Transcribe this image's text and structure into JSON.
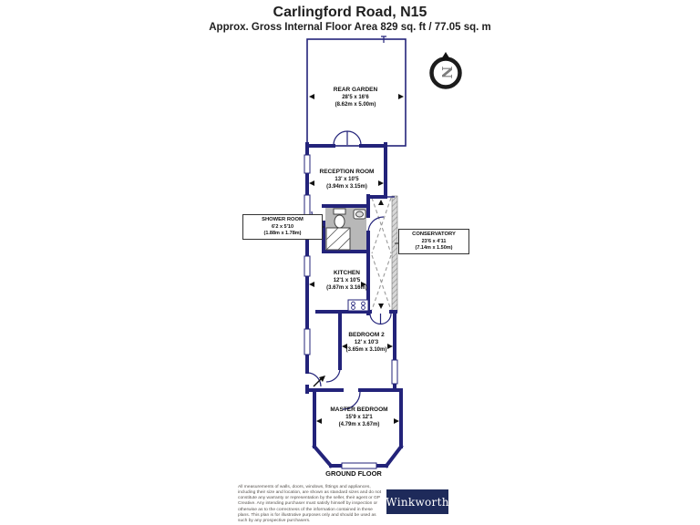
{
  "header": {
    "title": "Carlingford Road, N15",
    "subtitle": "Approx. Gross Internal Floor Area 829 sq. ft / 77.05 sq. m"
  },
  "compass": {
    "label": "N"
  },
  "rooms": {
    "rear_garden": {
      "name": "REAR GARDEN",
      "imperial": "28'5 x 16'6",
      "metric": "(8.62m x 5.00m)"
    },
    "reception": {
      "name": "RECEPTION ROOM",
      "imperial": "13' x 10'5",
      "metric": "(3.94m x 3.15m)"
    },
    "shower": {
      "name": "SHOWER ROOM",
      "imperial": "6'2 x 5'10",
      "metric": "(1.88m x 1.78m)"
    },
    "conservatory": {
      "name": "CONSERVATORY",
      "imperial": "23'6 x 4'11",
      "metric": "(7.14m x 1.50m)"
    },
    "kitchen": {
      "name": "KITCHEN",
      "imperial": "12'1 x 10'5",
      "metric": "(3.67m x 3.16m)"
    },
    "bedroom2": {
      "name": "BEDROOM 2",
      "imperial": "12' x 10'3",
      "metric": "(3.65m x 3.10m)"
    },
    "master": {
      "name": "MASTER BEDROOM",
      "imperial": "15'9 x 12'1",
      "metric": "(4.79m x 3.67m)"
    }
  },
  "footer": {
    "floor_label": "GROUND FLOOR",
    "disclaimer": "All measurements of walls, doors, windows, fittings and appliances, including their size and location, are shown as standard sizes and do not constitute any warranty or representation by the seller, their agent or GP Creative. Any intending purchaser must satisfy himself by inspection or otherwise as to the correctness of the information contained in these plans. This plan is for illustrative purposes only and should be used as such by any prospective purchasers.",
    "brand": "Winkworth"
  },
  "colors": {
    "wall_navy": "#23237a",
    "brand_navy": "#1e2a5a",
    "shower_fill": "#b8b8b8"
  }
}
